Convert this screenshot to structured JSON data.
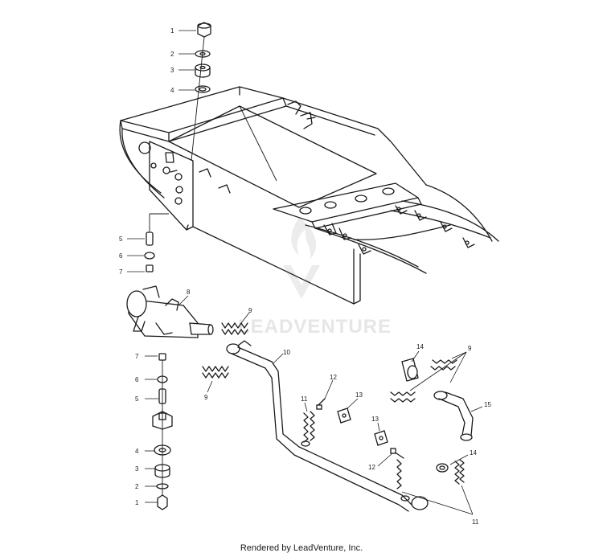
{
  "watermark": {
    "text": "LEADVENTURE"
  },
  "footer": {
    "text": "Rendered by LeadVenture, Inc."
  },
  "callouts": {
    "top_stack": [
      "1",
      "2",
      "3",
      "4"
    ],
    "mid_stack": [
      "5",
      "6",
      "7"
    ],
    "muffler": "8",
    "spring_left_upper": "9",
    "spring_left_lower": "9",
    "exhaust_pipe": "10",
    "spring_center": "11",
    "stud_center": "12",
    "bracket_center": "13",
    "bracket_lower": "13",
    "stud_lower": "12",
    "clamp_upper": "14",
    "springs_right": "9",
    "elbow": "15",
    "ring_lower": "14",
    "springs_lower_right": "11",
    "bottom_stack": [
      "7",
      "6",
      "5",
      "4",
      "3",
      "2",
      "1"
    ]
  }
}
